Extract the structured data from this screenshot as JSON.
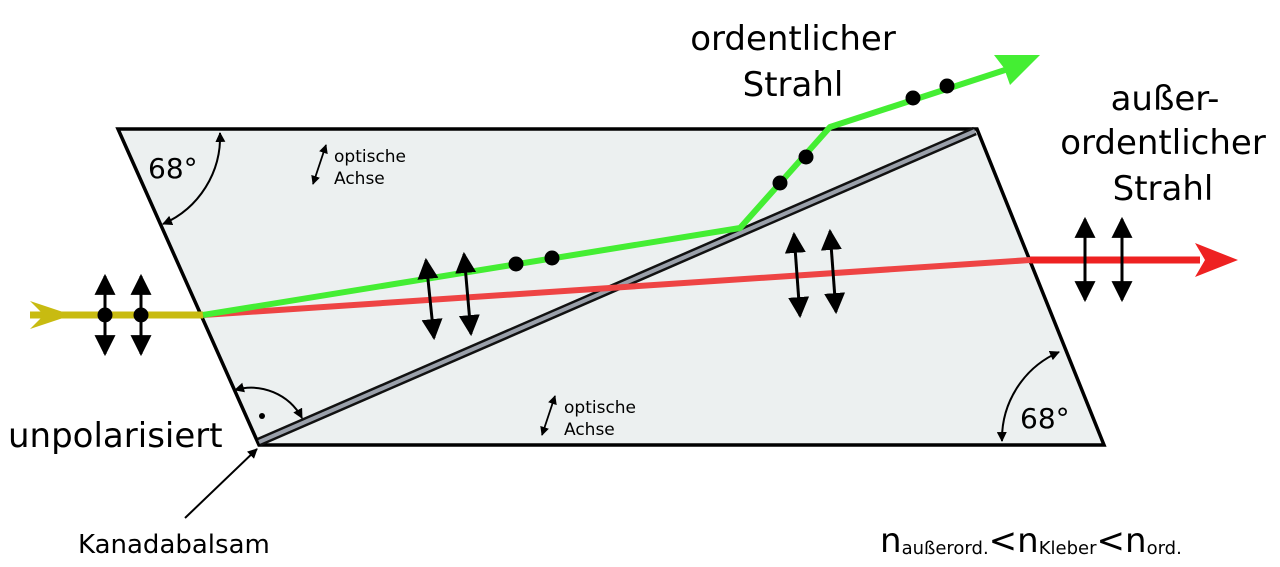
{
  "labels": {
    "ordinary_line1": "ordentlicher",
    "ordinary_line2": "Strahl",
    "extra_line1": "außer-",
    "extra_line2": "ordentlicher",
    "extra_line3": "Strahl",
    "unpolarized": "unpolarisiert",
    "balsam": "Kanadabalsam",
    "optic_axis_top_1": "optische",
    "optic_axis_top_2": "Achse",
    "optic_axis_bottom_1": "optische",
    "optic_axis_bottom_2": "Achse",
    "angle_top_left": "68°",
    "angle_bottom_right": "68°"
  },
  "formula": {
    "n1": "n",
    "sub1": "außerord.",
    "lt1": "<",
    "n2": "n",
    "sub2": "Kleber",
    "lt2": "<",
    "n3": "n",
    "sub3": "ord."
  },
  "colors": {
    "prism_fill": "#ecf0f0",
    "ordinary_ray": "#44ee33",
    "extraordinary_ray": "#ee3333",
    "incident_ray": "#c8bb11",
    "balsam_layer": "#9aa0aa"
  }
}
